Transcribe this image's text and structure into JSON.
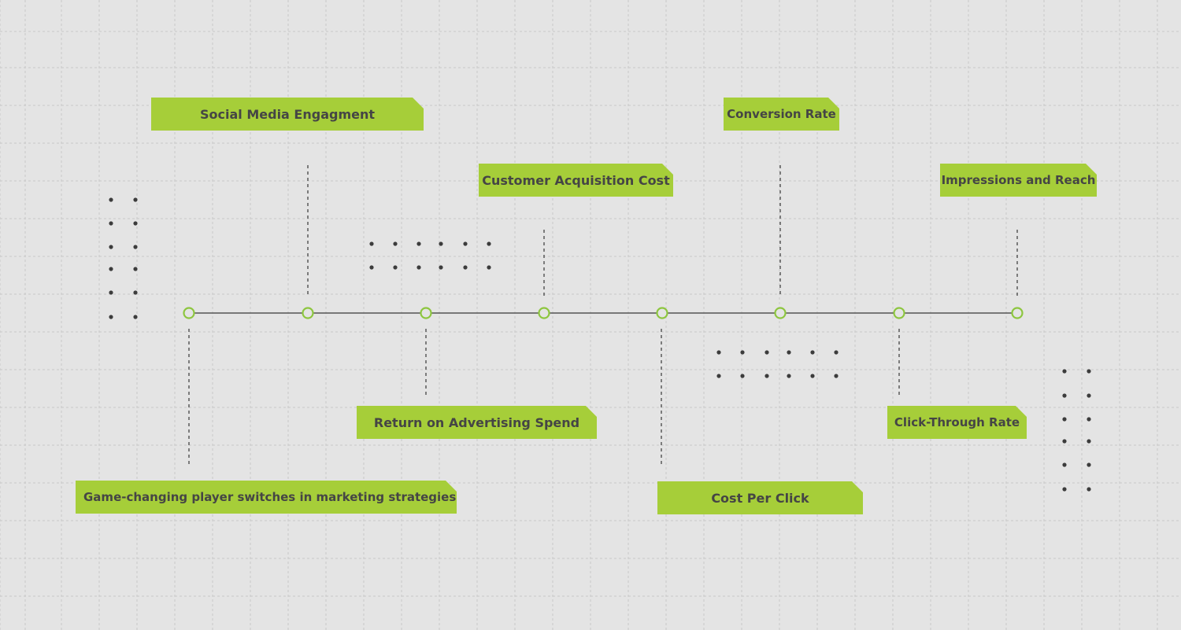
{
  "colors": {
    "background": "#e4e4e4",
    "grid_line": "#c9c9c9",
    "label_fill": "#a6ce39",
    "label_text": "#454545",
    "node_stroke": "#8dc63f",
    "connector": "#444444",
    "dots": "#3c3c3c"
  },
  "labels": {
    "social_media": "Social Media Engagment",
    "conversion_rate": "Conversion Rate",
    "customer_acquisition": "Customer Acquisition Cost",
    "impressions": "Impressions and Reach",
    "return_on_ad": "Return on Advertising Spend",
    "click_through": "Click-Through Rate",
    "game_changing": "Game-changing player switches in marketing strategies",
    "cost_per_click": "Cost Per Click"
  }
}
